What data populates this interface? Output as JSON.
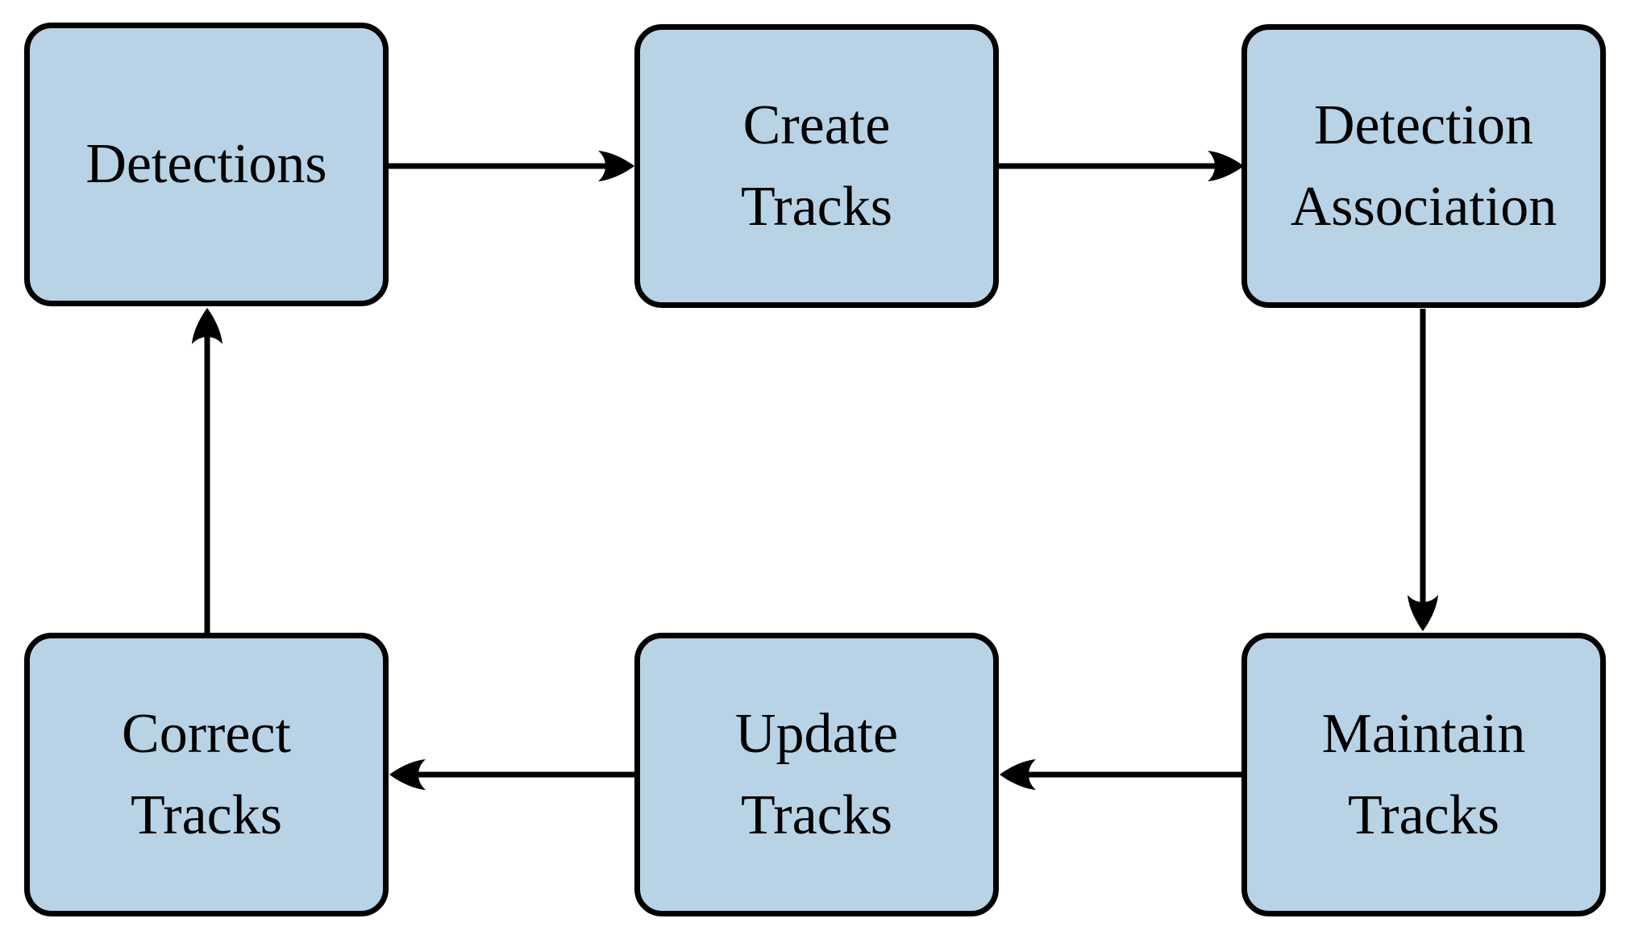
{
  "diagram": {
    "background_color": "#ffffff",
    "node_fill_color": "#b8d3e5",
    "node_border_color": "#000000",
    "arrow_color": "#000000",
    "nodes": [
      {
        "id": "detections",
        "lines": [
          "Detections"
        ]
      },
      {
        "id": "create-tracks",
        "lines": [
          "Create",
          "Tracks"
        ]
      },
      {
        "id": "detection-association",
        "lines": [
          "Detection",
          "Association"
        ]
      },
      {
        "id": "maintain-tracks",
        "lines": [
          "Maintain",
          "Tracks"
        ]
      },
      {
        "id": "update-tracks",
        "lines": [
          "Update",
          "Tracks"
        ]
      },
      {
        "id": "correct-tracks",
        "lines": [
          "Correct",
          "Tracks"
        ]
      }
    ],
    "edges": [
      {
        "from": "detections",
        "to": "create-tracks",
        "direction": "right"
      },
      {
        "from": "create-tracks",
        "to": "detection-association",
        "direction": "right"
      },
      {
        "from": "detection-association",
        "to": "maintain-tracks",
        "direction": "down"
      },
      {
        "from": "maintain-tracks",
        "to": "update-tracks",
        "direction": "left"
      },
      {
        "from": "update-tracks",
        "to": "correct-tracks",
        "direction": "left"
      },
      {
        "from": "correct-tracks",
        "to": "detections",
        "direction": "up"
      }
    ]
  }
}
